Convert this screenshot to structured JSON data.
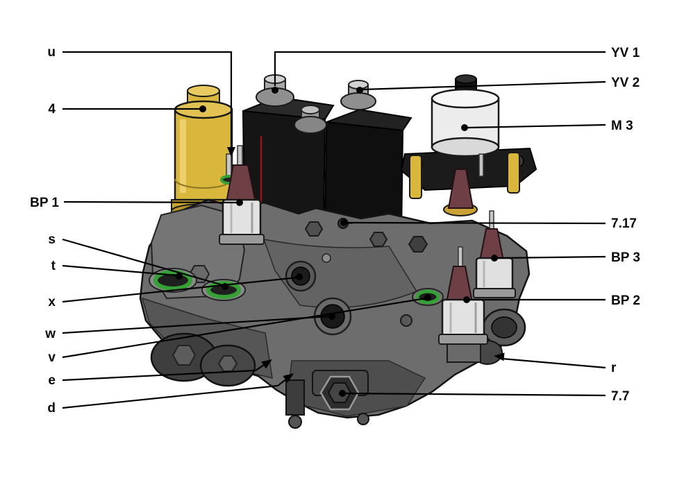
{
  "diagram": {
    "type": "technical-illustration",
    "description": "Isometric cutaway-style illustration of a solenoid valve manifold block with labeled components",
    "colors": {
      "background": "#ffffff",
      "leader_line": "#000000",
      "label_text": "#0a0a0a",
      "cap_yellow": "#d9b63c",
      "oring_green": "#35a035",
      "poppet_maroon": "#6e4046",
      "solenoid_black": "#151515",
      "motor_white": "#ececec",
      "body_gray": "#6d6d6d",
      "accent_red": "#9b1313"
    },
    "callouts": {
      "left": [
        {
          "id": "u",
          "label": "u"
        },
        {
          "id": "4",
          "label": "4"
        },
        {
          "id": "bp1",
          "label": "BP 1"
        },
        {
          "id": "s",
          "label": "s"
        },
        {
          "id": "t",
          "label": "t"
        },
        {
          "id": "x",
          "label": "x"
        },
        {
          "id": "w",
          "label": "w"
        },
        {
          "id": "v",
          "label": "v"
        },
        {
          "id": "e",
          "label": "e"
        },
        {
          "id": "d",
          "label": "d"
        }
      ],
      "right": [
        {
          "id": "yv1",
          "label": "YV 1"
        },
        {
          "id": "yv2",
          "label": "YV 2"
        },
        {
          "id": "m3",
          "label": "M 3"
        },
        {
          "id": "7_17",
          "label": "7.17"
        },
        {
          "id": "bp3",
          "label": "BP 3"
        },
        {
          "id": "bp2",
          "label": "BP 2"
        },
        {
          "id": "r",
          "label": "r"
        },
        {
          "id": "7_7",
          "label": "7.7"
        }
      ]
    }
  }
}
